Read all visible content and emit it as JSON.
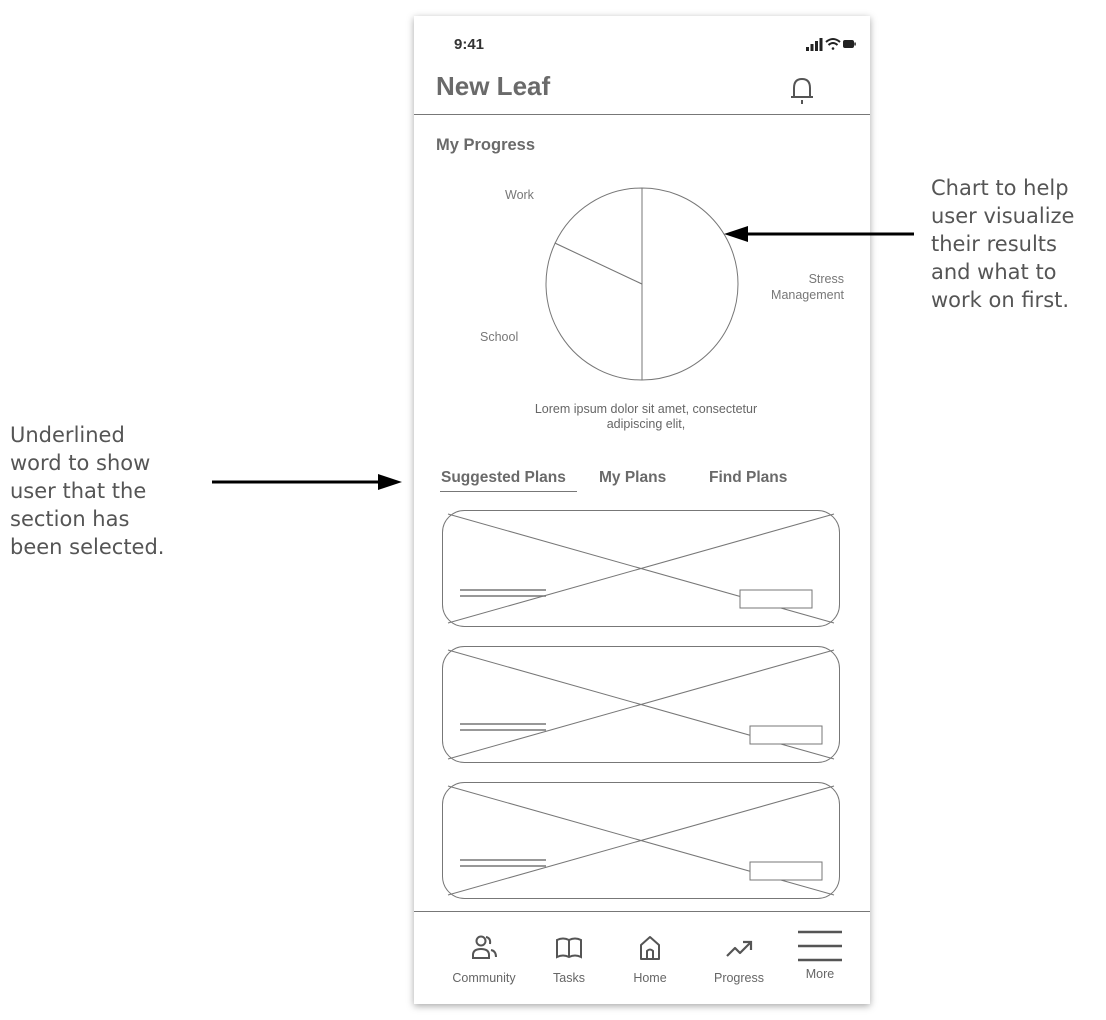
{
  "status_bar": {
    "time": "9:41",
    "icons": [
      "signal-icon",
      "wifi-icon",
      "battery-icon"
    ]
  },
  "header": {
    "app_title": "New Leaf",
    "bell_icon": "bell-icon"
  },
  "progress": {
    "section_title": "My Progress",
    "chart_labels": {
      "work": "Work",
      "school": "School",
      "stress_line1": "Stress",
      "stress_line2": "Management"
    },
    "caption_line1": "Lorem ipsum dolor sit amet, consectetur",
    "caption_line2": "adipiscing elit,"
  },
  "chart_data": {
    "type": "pie",
    "title": "",
    "slices": [
      {
        "label": "Stress Management",
        "value": 50
      },
      {
        "label": "School",
        "value": 32
      },
      {
        "label": "Work",
        "value": 18
      }
    ]
  },
  "tabs": [
    {
      "label": "Suggested Plans",
      "selected": true
    },
    {
      "label": "My Plans",
      "selected": false
    },
    {
      "label": "Find Plans",
      "selected": false
    }
  ],
  "plan_cards": [
    {
      "kind": "image-placeholder"
    },
    {
      "kind": "image-placeholder"
    },
    {
      "kind": "image-placeholder"
    }
  ],
  "bottom_nav": [
    {
      "label": "Community",
      "icon": "community-icon"
    },
    {
      "label": "Tasks",
      "icon": "book-icon"
    },
    {
      "label": "Home",
      "icon": "home-icon"
    },
    {
      "label": "Progress",
      "icon": "trend-icon"
    },
    {
      "label": "More",
      "icon": "menu-icon"
    }
  ],
  "annotations": {
    "chart_note_lines": [
      "Chart to help",
      "user visualize",
      "their results",
      "and what to",
      "work on first."
    ],
    "tab_note_lines": [
      "Underlined",
      "word to show",
      "user that the",
      "section has",
      "been selected."
    ]
  },
  "colors": {
    "wireframe_line": "#777777",
    "text": "#6a6a6a",
    "arrow": "#000000"
  }
}
